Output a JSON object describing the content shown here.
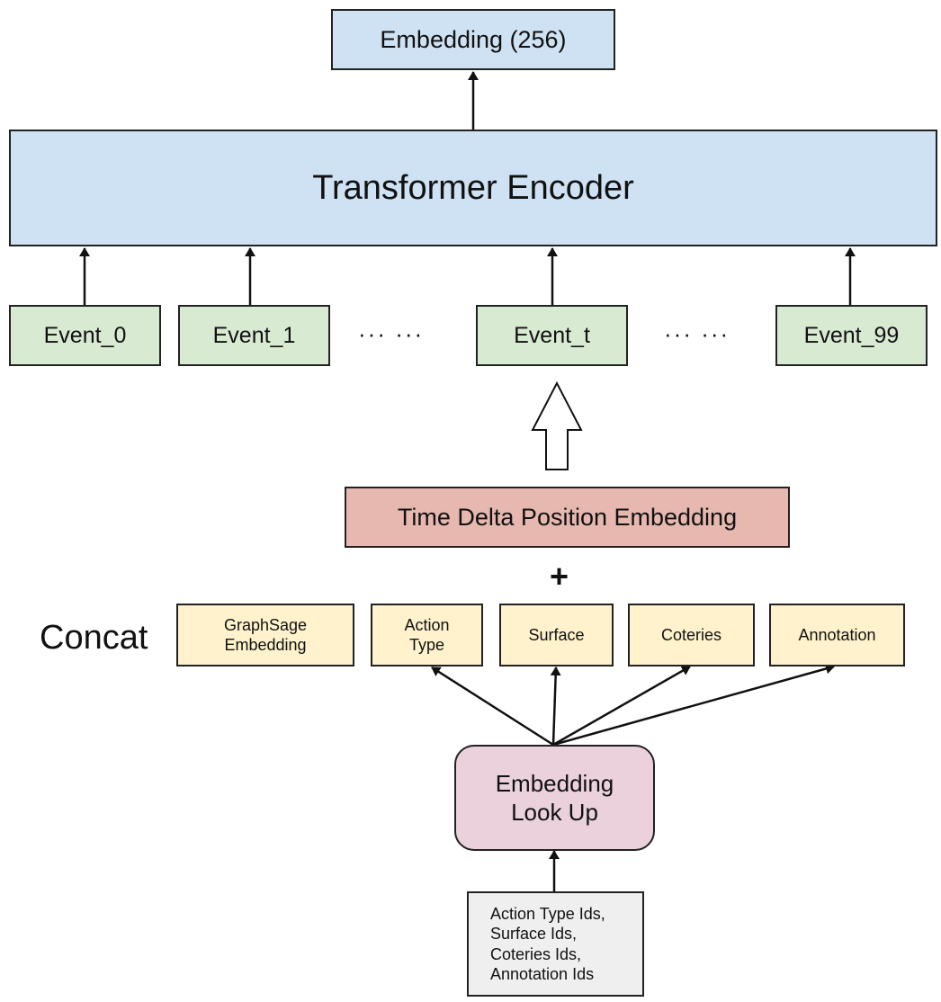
{
  "diagram": {
    "output": {
      "label": "Embedding (256)"
    },
    "encoder": {
      "label": "Transformer Encoder"
    },
    "events": [
      {
        "label": "Event_0"
      },
      {
        "label": "Event_1"
      },
      {
        "label": "Event_t"
      },
      {
        "label": "Event_99"
      }
    ],
    "ellipsis": "··· ···",
    "time_delta": {
      "label": "Time Delta Position Embedding"
    },
    "plus": "+",
    "concat_label": "Concat",
    "features": [
      {
        "label": "GraphSage\nEmbedding"
      },
      {
        "label": "Action\nType"
      },
      {
        "label": "Surface"
      },
      {
        "label": "Coteries"
      },
      {
        "label": "Annotation"
      }
    ],
    "lookup": {
      "label": "Embedding\nLook Up"
    },
    "input_ids": {
      "label": "Action Type Ids,\nSurface Ids,\nCoteries Ids,\nAnnotation Ids"
    },
    "colors": {
      "output_fill": "#cfe2f3",
      "encoder_fill": "#cfe2f3",
      "event_fill": "#d9ead3",
      "time_delta_fill": "#e6b8af",
      "feature_fill": "#fff2cc",
      "lookup_fill": "#ead1dc",
      "input_fill": "#efefef",
      "stroke": "#222222"
    }
  }
}
